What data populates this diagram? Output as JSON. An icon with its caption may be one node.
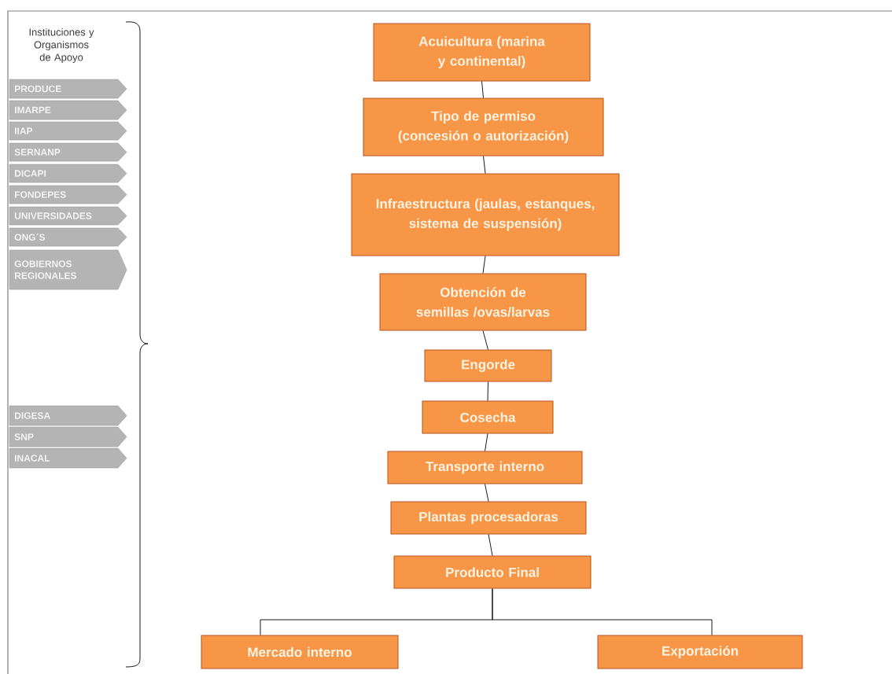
{
  "diagram": {
    "nodes": [
      {
        "text": [
          "PRODUCE"
        ]
      },
      {
        "text": [
          "IMARPE"
        ]
      },
      {
        "text": [
          "IIAP"
        ]
      },
      {
        "text": [
          "SERNANP"
        ]
      },
      {
        "text": [
          "DICAPI"
        ]
      },
      {
        "text": [
          "FONDEPES"
        ]
      },
      {
        "text": [
          "UNIVERSIDADES"
        ]
      },
      {
        "text": [
          "ONG´S"
        ]
      },
      {
        "text": [
          "GOBIERNOS REGIONALES"
        ]
      },
      {
        "text": [
          "DIGESA"
        ]
      },
      {
        "text": [
          "SNP"
        ]
      },
      {
        "text": [
          "INACAL"
        ]
      },
      {
        "text": [
          "Acuicultura (marina y continental)"
        ]
      },
      {
        "text": [
          "Tipo de permiso (concesión o autorización)"
        ]
      },
      {
        "text": [
          "Infraestructura (jaulas, estanques, sistema de suspensión)"
        ]
      },
      {
        "text": [
          "Obtención de semillas /ovas/larvas"
        ]
      },
      {
        "text": [
          "Engorde"
        ]
      },
      {
        "text": [
          "Cosecha"
        ]
      },
      {
        "text": [
          "Transporte interno"
        ]
      },
      {
        "text": [
          "Plantas procesadoras"
        ]
      },
      {
        "text": [
          "Producto Final"
        ]
      },
      {
        "text": [
          "Mercado interno"
        ]
      },
      {
        "text": [
          "Exportación"
        ]
      }
    ],
    "edges": [
      {
        "from": 12,
        "to": 13,
        "arrow": "none"
      },
      {
        "from": 13,
        "to": 14,
        "arrow": "none"
      },
      {
        "from": 14,
        "to": 15,
        "arrow": "none"
      },
      {
        "from": 15,
        "to": 16,
        "arrow": "none"
      },
      {
        "from": 16,
        "to": 17,
        "arrow": "none"
      },
      {
        "from": 17,
        "to": 18,
        "arrow": "none"
      },
      {
        "from": 18,
        "to": 19,
        "arrow": "none"
      },
      {
        "from": 19,
        "to": 20,
        "arrow": "none"
      },
      {
        "from": 20,
        "to": 21,
        "arrow": "none"
      },
      {
        "from": 20,
        "to": 22,
        "arrow": "none"
      }
    ],
    "labels": [
      "Instituciones y Organismos de Apoyo"
    ]
  }
}
